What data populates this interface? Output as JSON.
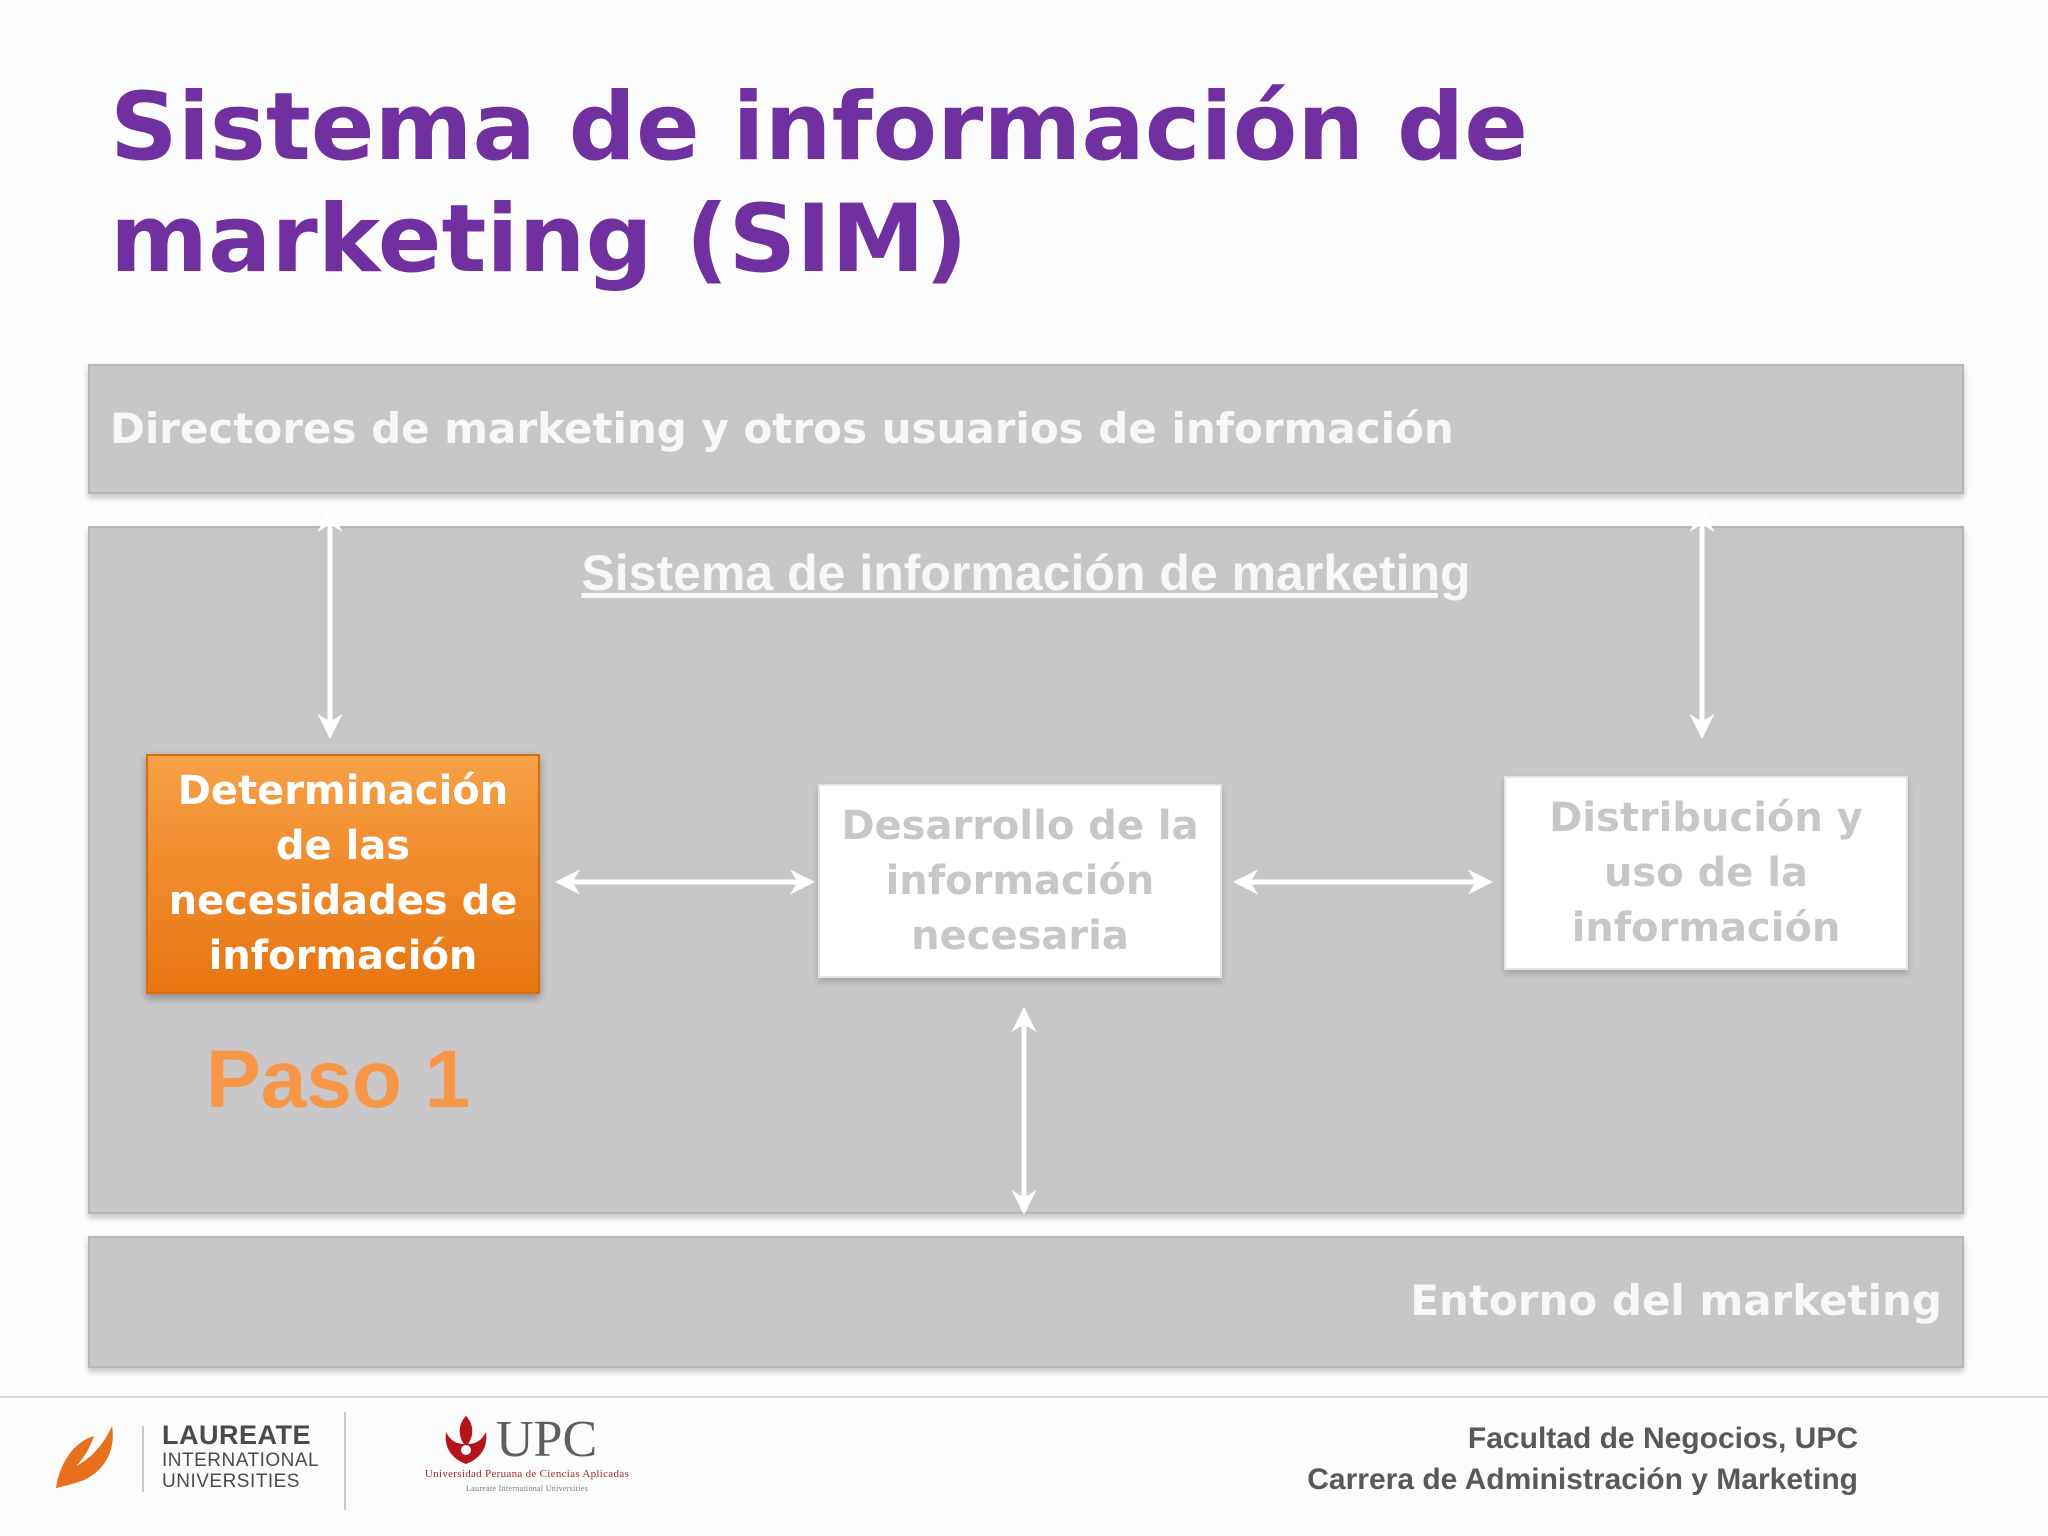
{
  "slide": {
    "title": "Sistema de información de marketing (SIM)"
  },
  "diagram": {
    "top_band": "Directores de marketing y otros usuarios de información",
    "middle_band": "Sistema de información de marketing",
    "bottom_band": "Entorno del marketing",
    "boxes": [
      {
        "label": "Determinación de las necesidades de información",
        "highlighted": true
      },
      {
        "label": "Desarrollo de la información necesaria",
        "highlighted": false
      },
      {
        "label": "Distribución y uso de la información",
        "highlighted": false
      }
    ],
    "step_label": "Paso 1",
    "colors": {
      "title": "#7030a0",
      "highlight_box": "#f0892a",
      "step": "#f79646",
      "band": "#c8c6c8"
    }
  },
  "footer": {
    "laureate": {
      "line1": "LAUREATE",
      "line2": "INTERNATIONAL",
      "line3": "UNIVERSITIES"
    },
    "upc": {
      "name": "UPC",
      "subtitle": "Universidad Peruana de Ciencias Aplicadas",
      "tagline": "Laureate International Universities"
    },
    "right_line1": "Facultad de Negocios, UPC",
    "right_line2": "Carrera de Administración y Marketing"
  }
}
